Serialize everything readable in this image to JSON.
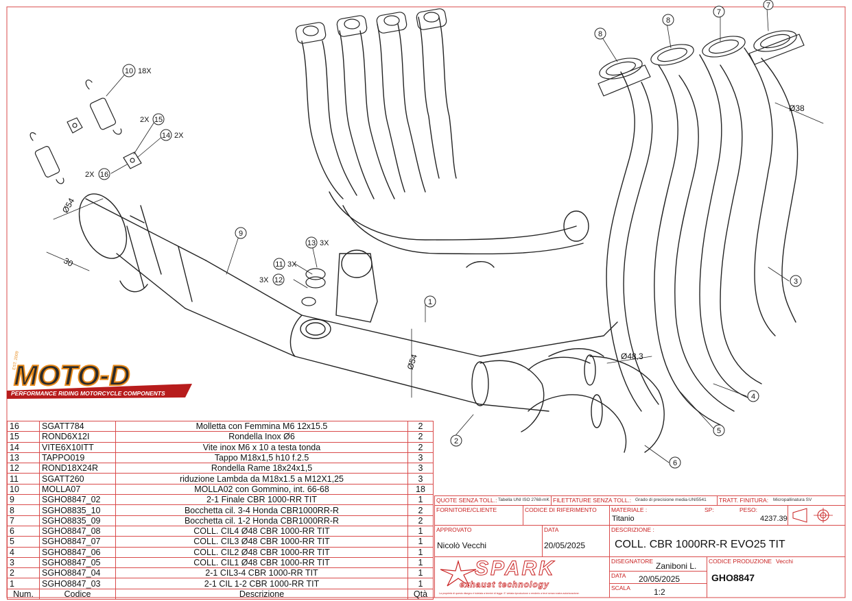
{
  "brand": {
    "moto_d": {
      "name": "MOTO-D",
      "est": "EST. 2009",
      "tagline": "PERFORMANCE RIDING MOTORCYCLE COMPONENTS"
    },
    "spark": {
      "name": "SPARK",
      "tagline": "exhaust technology",
      "disclaimer": "La proprietà di questo disegno è tutelata a termini di legge. E' vietata riproduzione o renderlo a terzi senza nostra autorizzazione."
    }
  },
  "bom": {
    "headers": {
      "num": "Num.",
      "code": "Codice",
      "desc": "Descrizione",
      "qty": "Qtà"
    },
    "rows": [
      {
        "num": "16",
        "code": "SGATT784",
        "desc": "Molletta con Femmina M6 12x15.5",
        "qty": "2"
      },
      {
        "num": "15",
        "code": "ROND6X12I",
        "desc": "Rondella Inox Ø6",
        "qty": "2"
      },
      {
        "num": "14",
        "code": "VITE6X10ITT",
        "desc": "Vite inox M6 x 10 a testa tonda",
        "qty": "2"
      },
      {
        "num": "13",
        "code": "TAPPO019",
        "desc": "Tappo M18x1,5 h10 f.2.5",
        "qty": "3"
      },
      {
        "num": "12",
        "code": "ROND18X24R",
        "desc": "Rondella Rame 18x24x1,5",
        "qty": "3"
      },
      {
        "num": "11",
        "code": "SGATT260",
        "desc": "riduzione Lambda da M18x1.5 a M12X1,25",
        "qty": "3"
      },
      {
        "num": "10",
        "code": "MOLLA07",
        "desc": "MOLLA02 con Gommino, int. 66-68",
        "qty": "18"
      },
      {
        "num": "9",
        "code": "SGHO8847_02",
        "desc": "2-1 Finale CBR 1000-RR TIT",
        "qty": "1"
      },
      {
        "num": "8",
        "code": "SGHO8835_10",
        "desc": "Bocchetta cil. 3-4 Honda CBR1000RR-R",
        "qty": "2"
      },
      {
        "num": "7",
        "code": "SGHO8835_09",
        "desc": "Bocchetta cil. 1-2 Honda CBR1000RR-R",
        "qty": "2"
      },
      {
        "num": "6",
        "code": "SGHO8847_08",
        "desc": "COLL. CIL4 Ø48 CBR 1000-RR TIT",
        "qty": "1"
      },
      {
        "num": "5",
        "code": "SGHO8847_07",
        "desc": "COLL. CIL3 Ø48 CBR 1000-RR TIT",
        "qty": "1"
      },
      {
        "num": "4",
        "code": "SGHO8847_06",
        "desc": "COLL. CIL2 Ø48 CBR 1000-RR TIT",
        "qty": "1"
      },
      {
        "num": "3",
        "code": "SGHO8847_05",
        "desc": "COLL. CIL1 Ø48 CBR 1000-RR TIT",
        "qty": "1"
      },
      {
        "num": "2",
        "code": "SGHO8847_04",
        "desc": "2-1 CIL3-4 CBR 1000-RR TIT",
        "qty": "1"
      },
      {
        "num": "1",
        "code": "SGHO8847_03",
        "desc": "2-1 CIL 1-2 CBR 1000-RR TIT",
        "qty": "1"
      }
    ]
  },
  "title_block": {
    "quote_label": "QUOTE SENZA TOLL.:",
    "quote_value": "Tabella UNI ISO 2768-mK",
    "thread_label": "FILETTATURE SENZA TOLL.:",
    "thread_value": "Grado di precisione media-UNI5541",
    "finish_label": "TRATT. FINITURA:",
    "finish_value": "Micropallinatura SV",
    "supplier_label": "FORNITORE/CLIENTE",
    "reference_label": "CODICE DI RIFERIMENTO",
    "material_label": "MATERIALE :",
    "material_value": "Titanio",
    "sp_label": "SP:",
    "weight_label": "PESO:",
    "weight_value": "4237.39",
    "approved_label": "APPROVATO",
    "approved_value": "Nicolò Vecchi",
    "date1_label": "DATA",
    "date1_value": "20/05/2025",
    "description_label": "DESCRIZIONE :",
    "description_value": "COLL. CBR 1000RR-R EVO25 TIT",
    "designer_label": "DISEGNATORE",
    "designer_value": "Zaniboni L.",
    "prod_code_label": "CODICE PRODUZIONE",
    "prod_code_owner": "Vecchi",
    "prod_code_value": "GHO8847",
    "date2_label": "DATA",
    "date2_value": "20/05/2025",
    "scale_label": "SCALA",
    "scale_value": "1:2"
  },
  "callouts": {
    "c1": "1",
    "c2": "2",
    "c3": "3",
    "c4": "4",
    "c5": "5",
    "c6": "6",
    "c7a": "7",
    "c7b": "7",
    "c8a": "8",
    "c8b": "8",
    "c9": "9",
    "c10": "10",
    "c10_qty": "18X",
    "c11": "11",
    "c11_qty": "3X",
    "c12": "12",
    "c12_qty": "3X",
    "c13": "13",
    "c13_qty": "3X",
    "c14": "14",
    "c14_qty": "2X",
    "c15": "15",
    "c15_qty": "2X",
    "c16": "16",
    "c16_qty": "2X"
  },
  "dimensions": {
    "d54_inlet": "Ø54",
    "d30": "30",
    "d54_pipe": "Ø54",
    "d48": "Ø48,3",
    "d38": "Ø38"
  }
}
